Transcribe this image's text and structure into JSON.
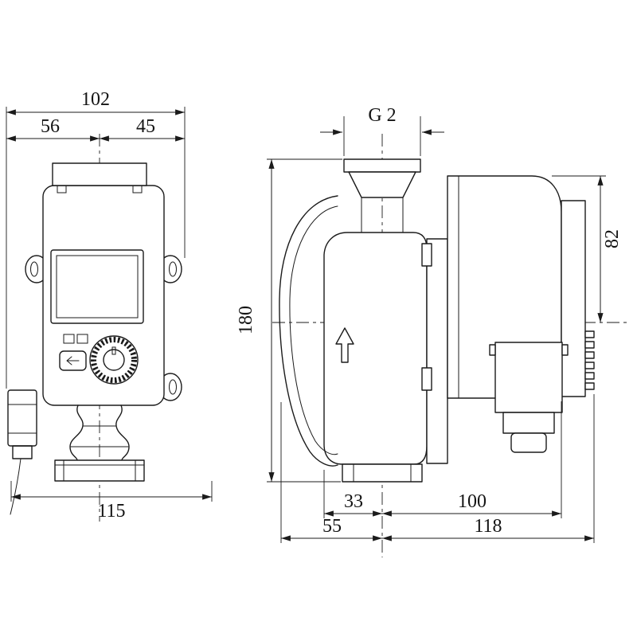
{
  "drawing": {
    "subject": "pump-dimensional-drawing",
    "colors": {
      "line": "#1b1b1b",
      "background": "#ffffff"
    },
    "front_view": {
      "dim_overall_width": "102",
      "dim_center_to_left": "56",
      "dim_center_to_right": "45",
      "dim_bottom_width": "115"
    },
    "side_view": {
      "dim_pipe_thread": "G 2",
      "dim_overall_height": "180",
      "dim_above_axis": "82",
      "dim_axis_to_flange_face": "33",
      "dim_axis_to_motor_end": "100",
      "dim_front_to_axis": "55",
      "dim_axis_to_rear_end": "118"
    }
  }
}
